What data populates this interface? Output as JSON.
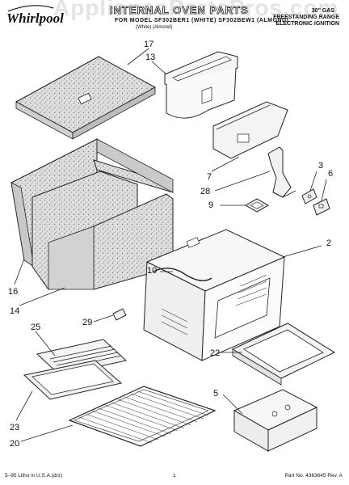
{
  "brand": {
    "name": "Whirlpool"
  },
  "header": {
    "title": "INTERNAL OVEN PARTS",
    "subtitle": "FOR MODEL SF302BER1 (WHITE) SF302BEW1 (ALMOND)",
    "colors": "(White)   (Almond)",
    "right_line1": "30\" GAS",
    "right_line2": "FREESTANDING RANGE",
    "right_line3": "ELECTRONIC IGNITION"
  },
  "watermark": "AppliancePartsPros.com",
  "callouts": [
    "17",
    "13",
    "7",
    "28",
    "3",
    "6",
    "9",
    "2",
    "10",
    "16",
    "14",
    "29",
    "25",
    "22",
    "5",
    "23",
    "20"
  ],
  "footer": {
    "left": "5–95 Litho in U.S.A.(drz)",
    "page": "1",
    "part_no": "Part No. 4363645 Rev. A"
  },
  "colors": {
    "ink": "#111111",
    "insulation": "#dcdcdc",
    "metal": "#f2f2f2"
  }
}
